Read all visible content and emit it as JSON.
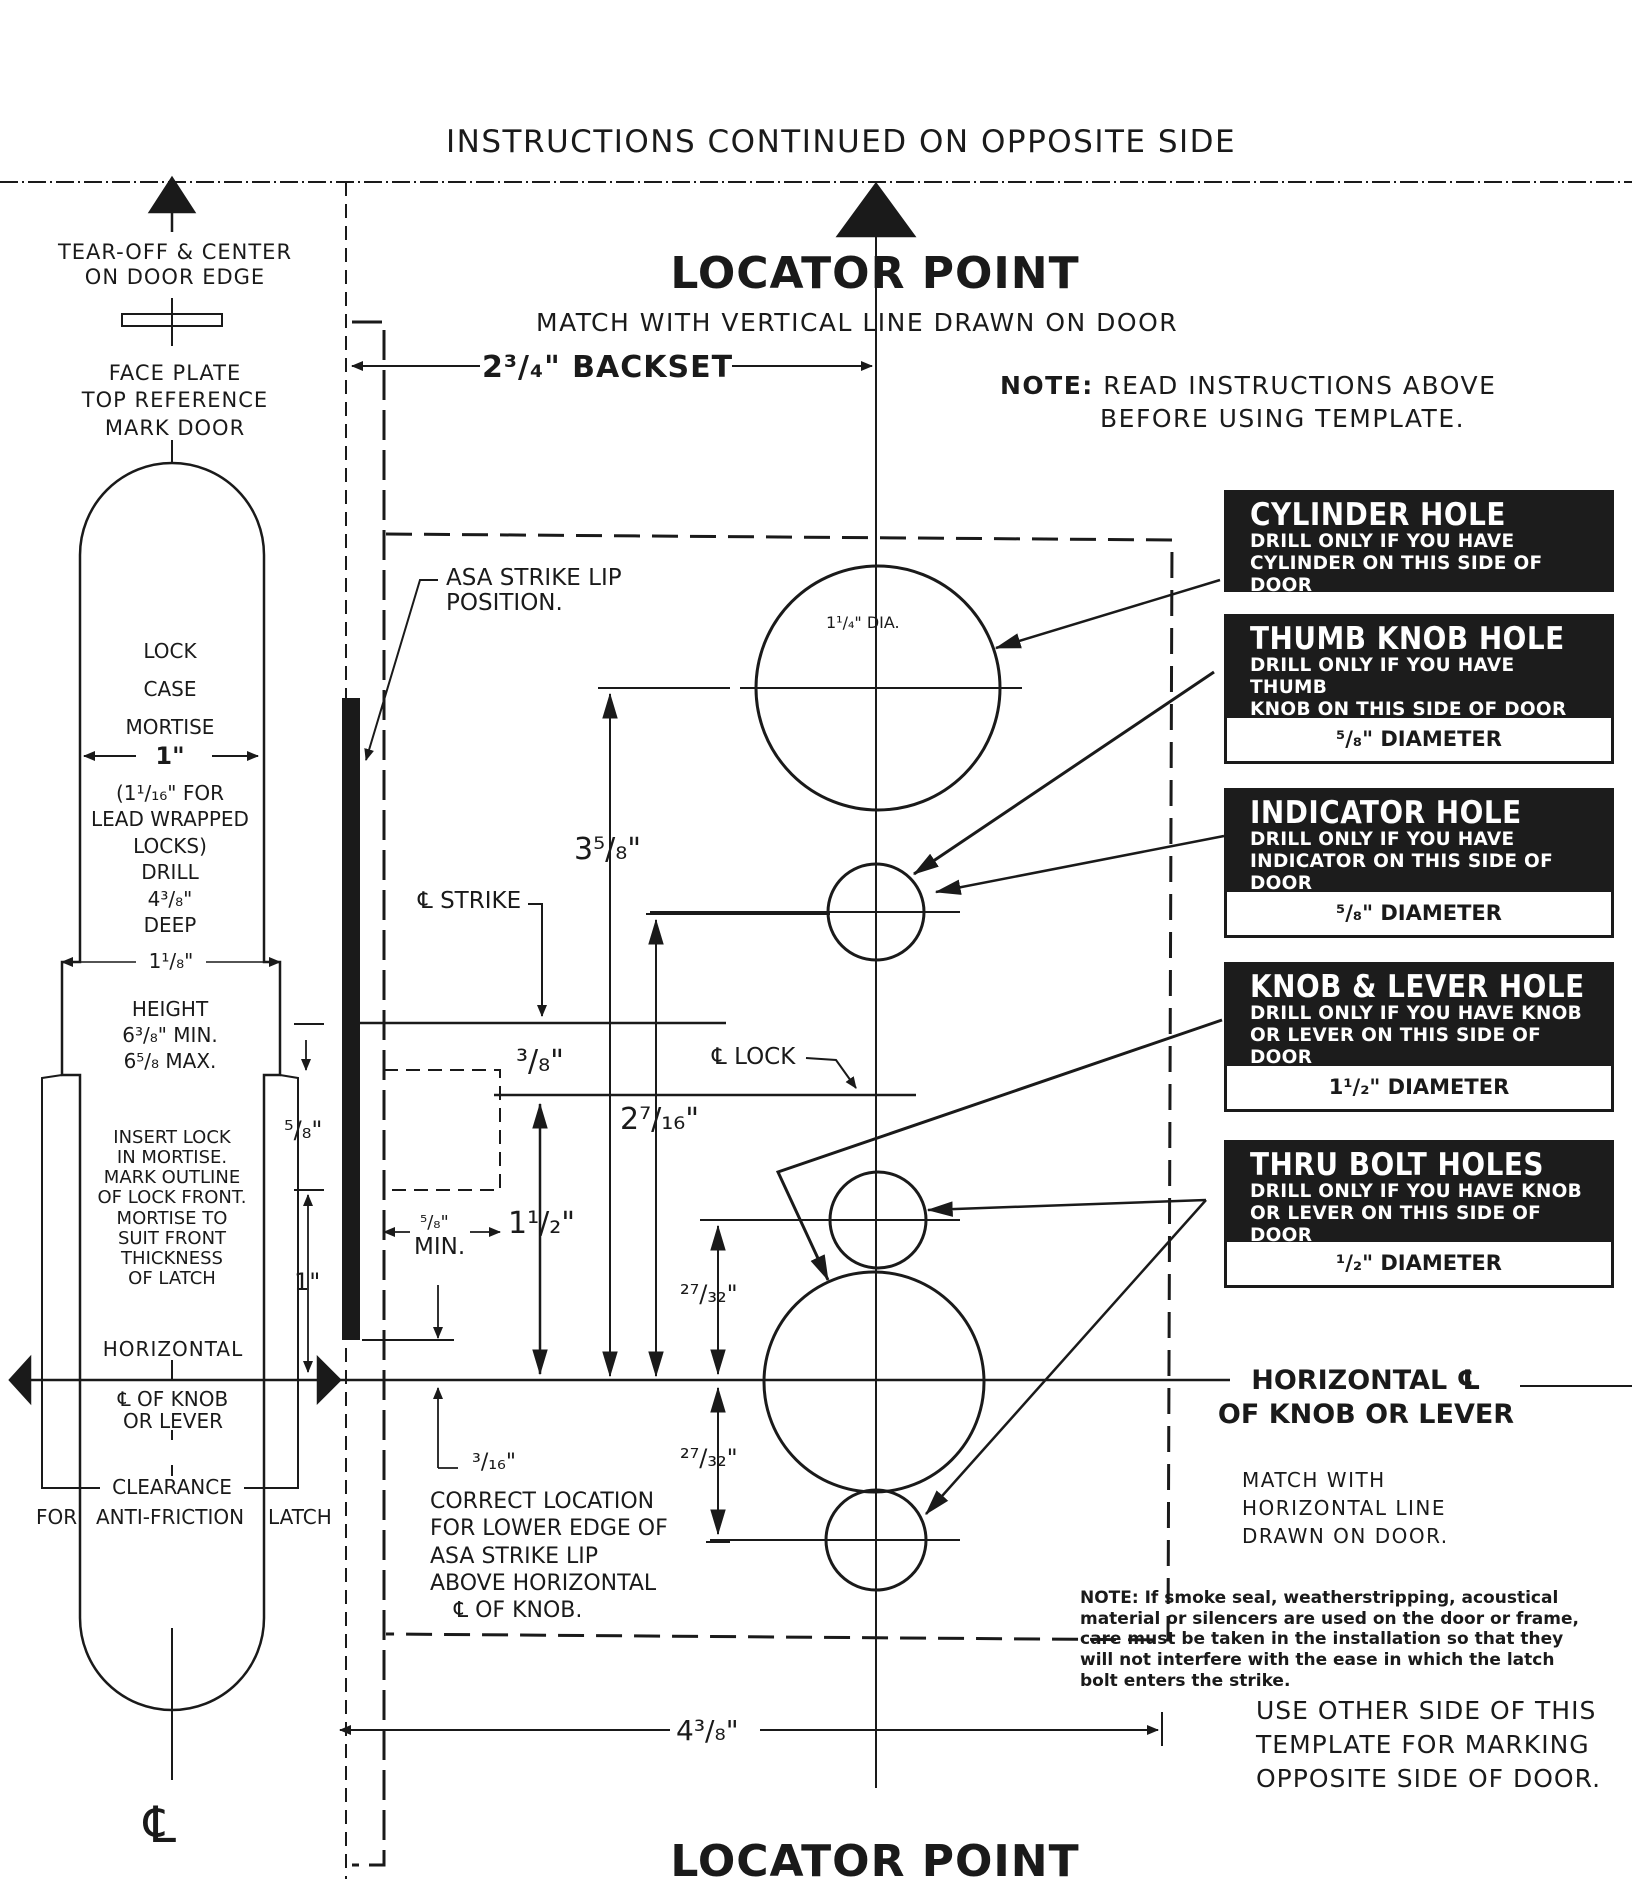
{
  "header": "INSTRUCTIONS CONTINUED ON OPPOSITE SIDE",
  "locator_top": "LOCATOR POINT",
  "locator_top_sub": "MATCH WITH VERTICAL LINE DRAWN ON DOOR",
  "locator_bottom": "LOCATOR POINT",
  "tearoff": [
    "TEAR-OFF & CENTER",
    "ON DOOR EDGE"
  ],
  "faceplate": [
    "FACE PLATE",
    "TOP REFERENCE",
    "MARK DOOR"
  ],
  "mortise": [
    "LOCK",
    "CASE",
    "MORTISE"
  ],
  "dim_1in": "1\"",
  "lead_note": [
    "(1¹/₁₆\" FOR",
    "LEAD WRAPPED",
    "LOCKS)",
    "DRILL",
    "4³/₈\"",
    "DEEP"
  ],
  "dim_1_1_8": "1¹/₈\"",
  "height": [
    "HEIGHT",
    "6³/₈\" MIN.",
    "6⁵/₈ MAX."
  ],
  "insert_lock": [
    "INSERT LOCK",
    "IN MORTISE.",
    "MARK OUTLINE",
    "OF LOCK FRONT.",
    "MORTISE TO",
    "SUIT FRONT",
    "THICKNESS",
    "OF LATCH"
  ],
  "horizontal_left": "HORIZONTAL",
  "cl_knob_left": [
    "℄ OF KNOB",
    "OR LEVER"
  ],
  "clearance": "CLEARANCE",
  "for": "FOR",
  "anti_friction": "ANTI-FRICTION",
  "latch": "LATCH",
  "backset": "2³/₄\" BACKSET",
  "note_read": [
    "NOTE:",
    "READ INSTRUCTIONS ABOVE",
    "BEFORE USING TEMPLATE."
  ],
  "asa_strike": [
    "ASA STRIKE LIP",
    "POSITION."
  ],
  "cyl_dia": "1¹/₄\" DIA.",
  "dim_3_5_8": "3⁵/₈\"",
  "cl_strike": "℄ STRIKE",
  "cl_lock": "℄ LOCK",
  "dim_3_8": "³/₈\"",
  "dim_2_7_16": "2⁷/₁₆\"",
  "dim_5_8": "⁵/₈\"",
  "dim_5_8_min": "⁵/₈\"",
  "min": "MIN.",
  "dim_1_1_2": "1¹/₂\"",
  "dim_1": "1\"",
  "dim_27_32_a": "²⁷/₃₂\"",
  "dim_27_32_b": "²⁷/₃₂\"",
  "dim_3_16": "³/₁₆\"",
  "correct_location": [
    "CORRECT LOCATION",
    "FOR LOWER EDGE OF",
    "ASA STRIKE LIP",
    "ABOVE HORIZONTAL",
    "℄ OF KNOB."
  ],
  "dim_4_3_8": "4³/₈\"",
  "horizontal_right": [
    "HORIZONTAL ℄",
    "OF KNOB OR LEVER"
  ],
  "match_with": [
    "MATCH WITH",
    "HORIZONTAL LINE",
    "DRAWN ON DOOR."
  ],
  "note_fine": "NOTE: If smoke seal, weatherstripping, acoustical material or silencers are used on the door or frame, care must be taken in the installation so that they will not interfere with the ease in which the latch bolt enters the strike.",
  "use_other": [
    "USE OTHER SIDE OF THIS",
    "TEMPLATE FOR MARKING",
    "OPPOSITE SIDE OF DOOR."
  ],
  "cl_symbol": "℄",
  "boxes": [
    {
      "title": "CYLINDER HOLE",
      "sub": [
        "DRILL ONLY IF YOU HAVE",
        "CYLINDER ON THIS SIDE OF DOOR"
      ],
      "diameter": ""
    },
    {
      "title": "THUMB KNOB HOLE",
      "sub": [
        "DRILL ONLY IF YOU HAVE THUMB",
        "KNOB ON THIS SIDE OF DOOR"
      ],
      "diameter": "⁵/₈\" DIAMETER"
    },
    {
      "title": "INDICATOR HOLE",
      "sub": [
        "DRILL ONLY IF YOU HAVE",
        "INDICATOR ON THIS SIDE OF DOOR"
      ],
      "diameter": "⁵/₈\" DIAMETER"
    },
    {
      "title": "KNOB & LEVER HOLE",
      "sub": [
        "DRILL ONLY IF YOU HAVE KNOB",
        "OR LEVER ON THIS SIDE OF DOOR"
      ],
      "diameter": "1¹/₂\" DIAMETER"
    },
    {
      "title": "THRU BOLT HOLES",
      "sub": [
        "DRILL ONLY IF YOU HAVE KNOB",
        "OR LEVER ON THIS SIDE OF DOOR"
      ],
      "diameter": "¹/₂\" DIAMETER"
    }
  ]
}
